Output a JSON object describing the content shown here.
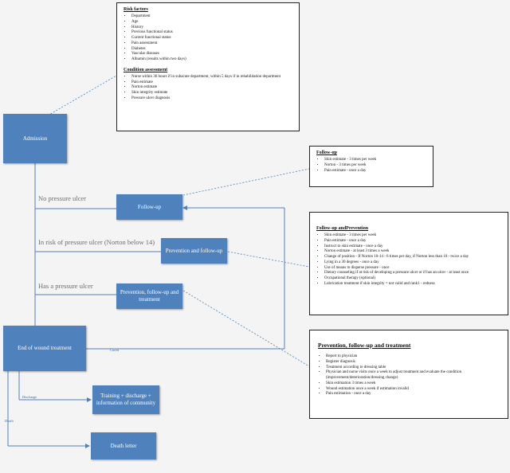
{
  "admission": "Admission",
  "end_of_wound_treatment": "End of wound treatment",
  "follow_up": "Follow-up",
  "prevention_follow_up": "Prevention and follow-up",
  "prevention_follow_up_treatment": "Prevention, follow-up and treatment",
  "training_discharge": "Training + discharge + information of community",
  "death_letter": "Death letter",
  "branch_labels": {
    "no_ulcer": "No pressure ulcer",
    "risk": "In risk of pressure ulcer (Norton below 14)",
    "has_ulcer": "Has a pressure ulcer"
  },
  "edge_labels": {
    "cured": "Cured",
    "discharge": "Discharge",
    "death": "Death"
  },
  "note_admission": {
    "risk_title": "Risk factors",
    "risk_items": [
      "Department",
      "Age",
      "History",
      "Previous functional status",
      "Current functional status",
      "Pain assessment",
      "Diabetes",
      "Vascular diseases",
      "Albumin (results within two days)"
    ],
    "condition_title": "Condition assessment",
    "condition_items": [
      "Nurse within 36 hours if in subacute department, within 5 days if in rehabilitation department",
      "Pain estimate",
      "Norton estimate",
      "Skin integrity estimate",
      "Pressure ulcer diagnosis"
    ]
  },
  "note_followup": {
    "title": "Follow-up",
    "items": [
      "Skin estimate - 3 times per week",
      "Norton - 3 times per week",
      "Pain estimate - once a day"
    ]
  },
  "note_prevention": {
    "title": "Follow-up andPrevention",
    "items": [
      "Skin estimate - 3 times per week",
      "Pain estimate - once a day",
      "Instruct to skin estimate - once a day",
      "Norton estimate - at least 3 times a week",
      "Change of position - If Norton 10-14 - 6 times per day, if Norton less than 10 - twice a day",
      "Lying in a 30 degrees - once a day",
      "Use of means to disperse pressure - once",
      "Dietary counseling if at risk of developing a pressure ulcer or if has an ulcer - at least once",
      "Occupational therapy (optional)",
      "Lubrication treatment if skin integrity = not valid and rank1 - redness"
    ]
  },
  "note_treatment": {
    "title": "Prevention, follow-up and treatment",
    "items": [
      "Report to physician",
      "Register diagnosis",
      "Treatment according to dressing table",
      "Physician and nurse visits once a week to adjust treatment and evaluate the condition (improvement/deterioration/dressing change)",
      "Skin estimation 3 times a week",
      "Wound estimation once a week if estimation invalid",
      "Pain estimation - once a day"
    ]
  }
}
